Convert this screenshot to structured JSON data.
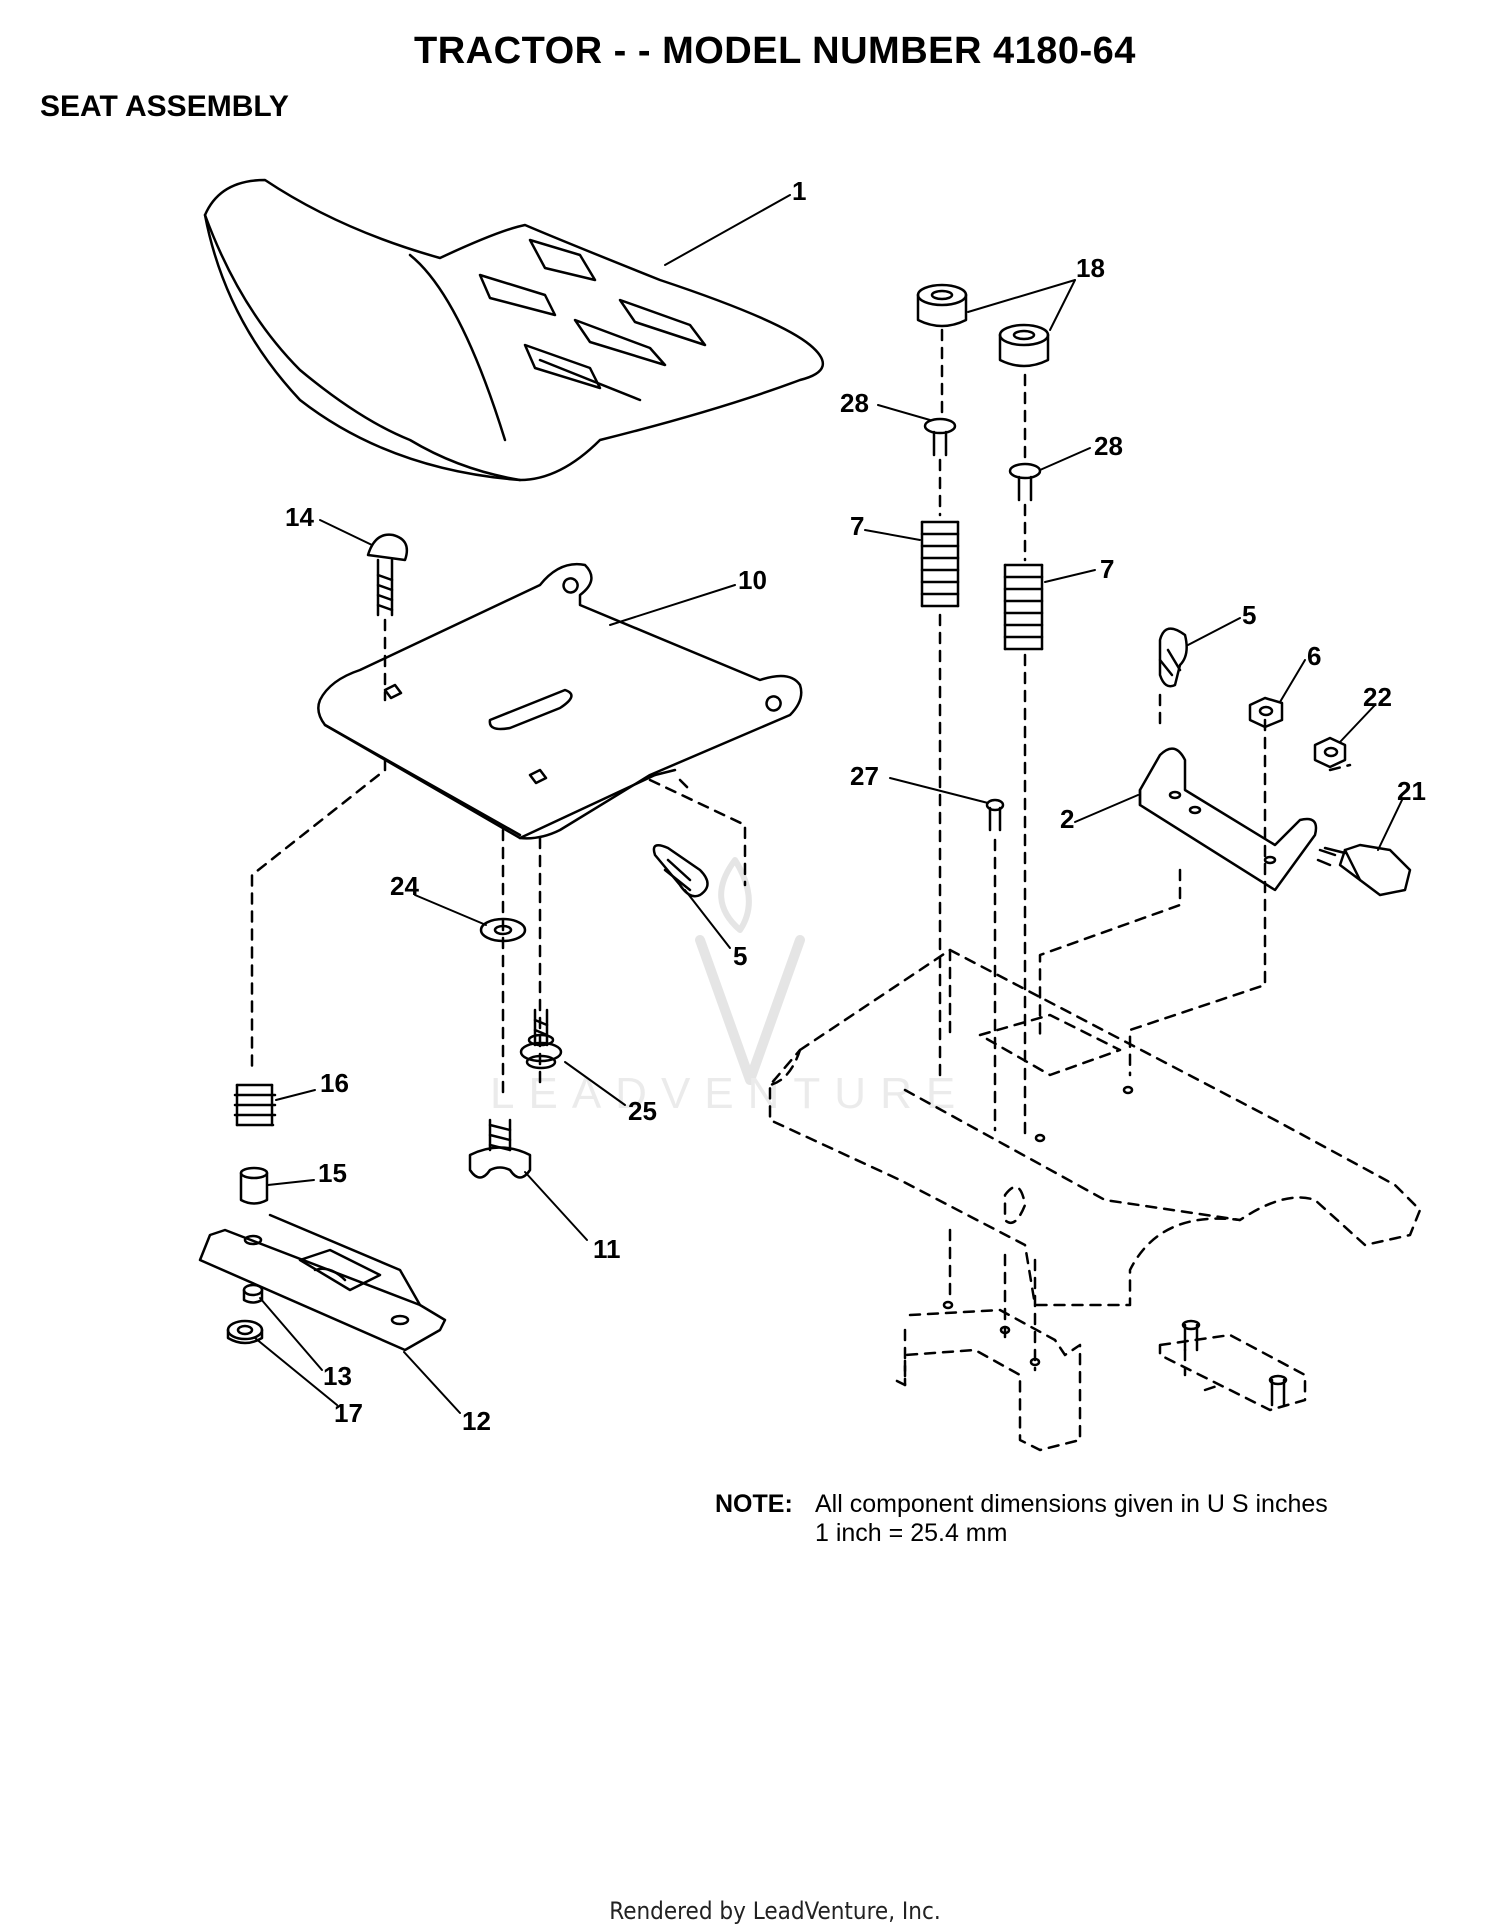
{
  "title": "TRACTOR - - MODEL NUMBER 4180-64",
  "subtitle": "SEAT ASSEMBLY",
  "note": {
    "label": "NOTE:",
    "line1": "All component dimensions given in U S  inches",
    "line2": "1 inch = 25.4 mm"
  },
  "watermark": "LEADVENTURE",
  "footer": "Rendered by LeadVenture, Inc.",
  "callouts": [
    {
      "id": "c1",
      "label": "1"
    },
    {
      "id": "c18",
      "label": "18"
    },
    {
      "id": "c28a",
      "label": "28"
    },
    {
      "id": "c28b",
      "label": "28"
    },
    {
      "id": "c7a",
      "label": "7"
    },
    {
      "id": "c7b",
      "label": "7"
    },
    {
      "id": "c14",
      "label": "14"
    },
    {
      "id": "c10",
      "label": "10"
    },
    {
      "id": "c5a",
      "label": "5"
    },
    {
      "id": "c6",
      "label": "6"
    },
    {
      "id": "c22",
      "label": "22"
    },
    {
      "id": "c21",
      "label": "21"
    },
    {
      "id": "c27",
      "label": "27"
    },
    {
      "id": "c2",
      "label": "2"
    },
    {
      "id": "c24",
      "label": "24"
    },
    {
      "id": "c5b",
      "label": "5"
    },
    {
      "id": "c16",
      "label": "16"
    },
    {
      "id": "c25",
      "label": "25"
    },
    {
      "id": "c15",
      "label": "15"
    },
    {
      "id": "c11",
      "label": "11"
    },
    {
      "id": "c13",
      "label": "13"
    },
    {
      "id": "c12",
      "label": "12"
    },
    {
      "id": "c17",
      "label": "17"
    }
  ]
}
